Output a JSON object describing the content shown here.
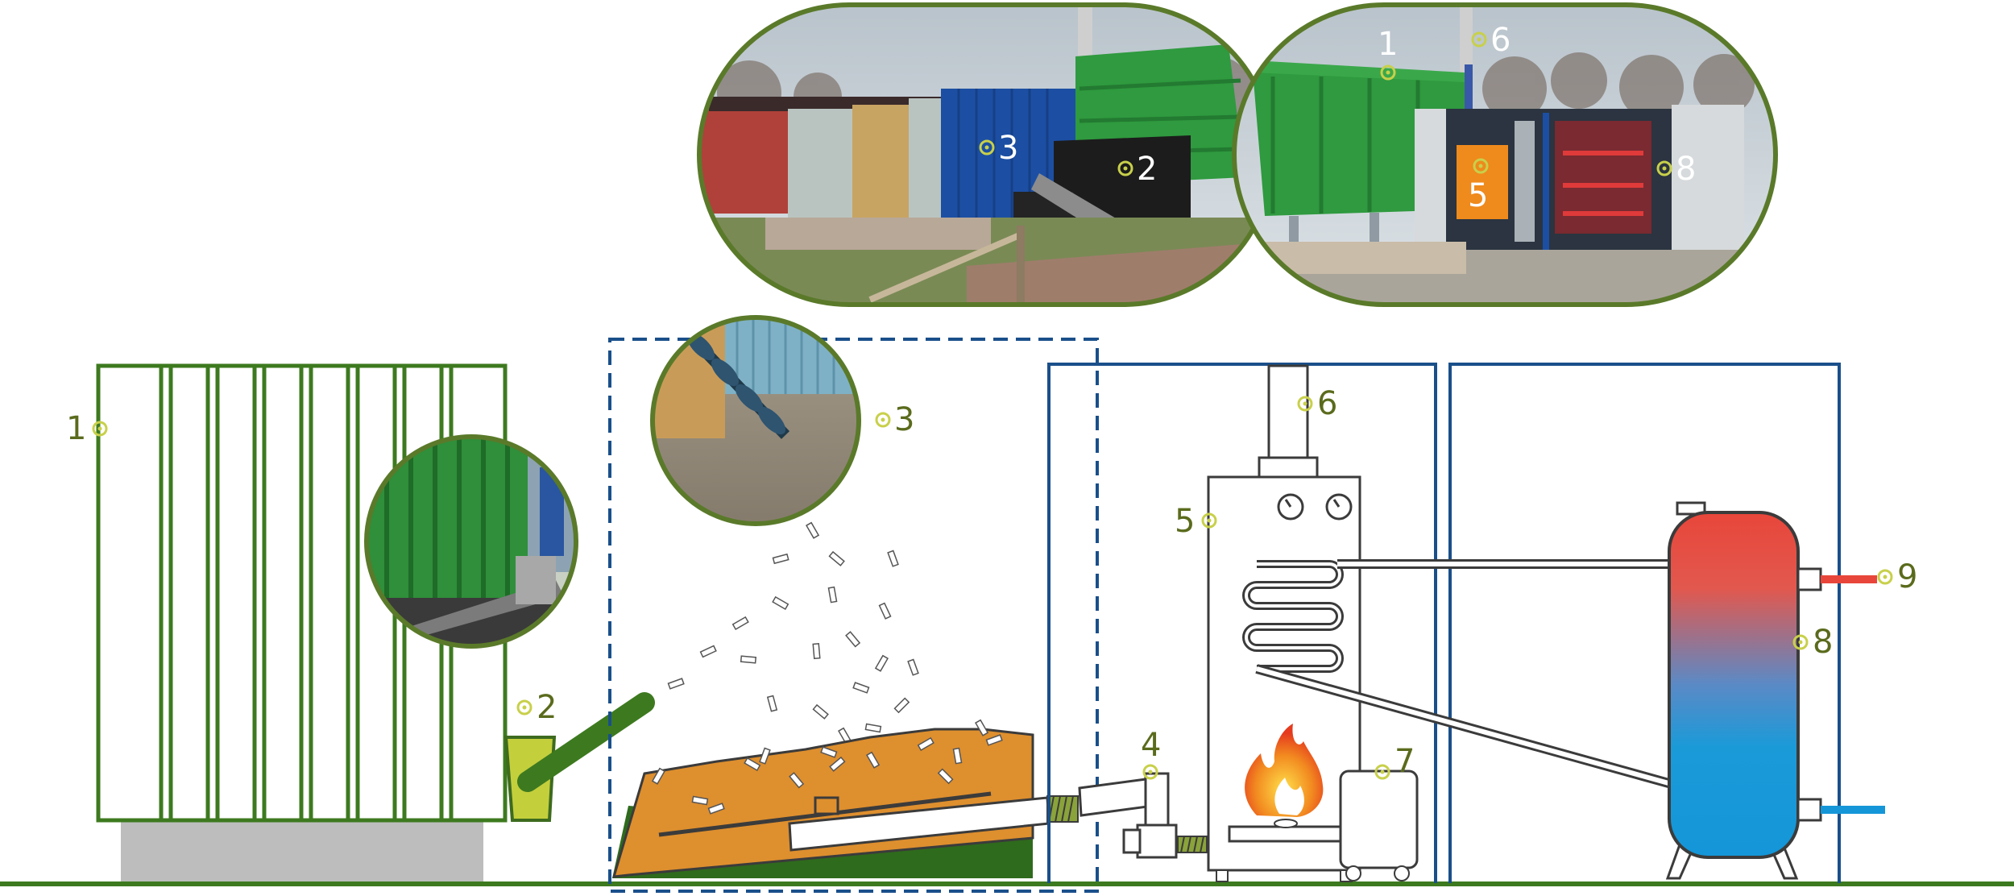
{
  "labels": {
    "container": "1",
    "hopper": "2",
    "auger": "3",
    "feeder": "4",
    "boiler": "5",
    "chimney": "6",
    "pump_unit": "7",
    "storage_tank": "8",
    "hot_water_out": "9"
  },
  "photo_labels": {
    "left": {
      "auger": "3",
      "hopper": "2"
    },
    "right": {
      "container": "1",
      "chimney": "6",
      "boiler": "5",
      "storage_tank": "8"
    }
  },
  "colors": {
    "container_green": "#3d7a1f",
    "bunker_orange": "#de8f2e",
    "frame_blue": "#1a4f8a",
    "label_olive": "#5a6b1c",
    "marker_yellow": "#c8d04a",
    "hot_red": "#e8463a",
    "cold_blue": "#1496d8"
  }
}
